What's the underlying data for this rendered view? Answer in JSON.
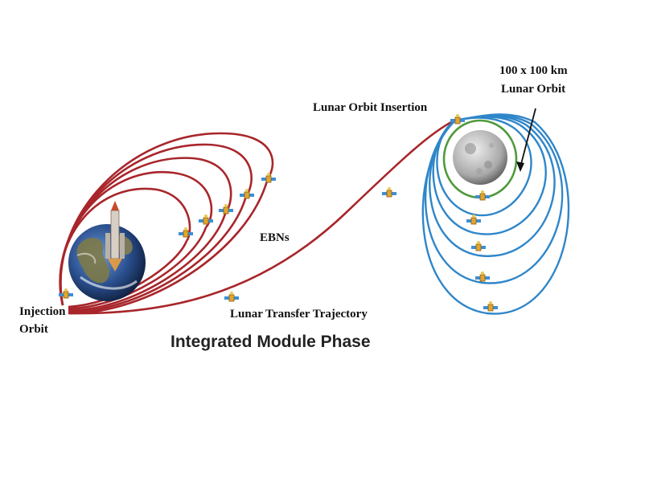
{
  "labels": {
    "injection_orbit": [
      "Injection",
      "Orbit"
    ],
    "ebns": "EBNs",
    "lunar_transfer": "Lunar Transfer Trajectory",
    "loi": "Lunar Orbit Insertion",
    "lunar_orbit": [
      "100 x 100 km",
      "Lunar Orbit"
    ],
    "phase_title": "Integrated Module Phase"
  },
  "colors": {
    "earth_orbit": "#a8262b",
    "lunar_orbit": "#2f86c9",
    "final_orbit": "#4f9a3d",
    "earth_ocean": "#2a4f8e",
    "moon": "#bdbdbd"
  },
  "icons": {
    "earth": "earth-icon",
    "moon": "moon-icon",
    "spacecraft": "spacecraft-icon",
    "launch_vehicle": "rocket-icon"
  },
  "counts": {
    "earth_bound_orbits": 5,
    "lunar_bound_orbits": 6
  }
}
